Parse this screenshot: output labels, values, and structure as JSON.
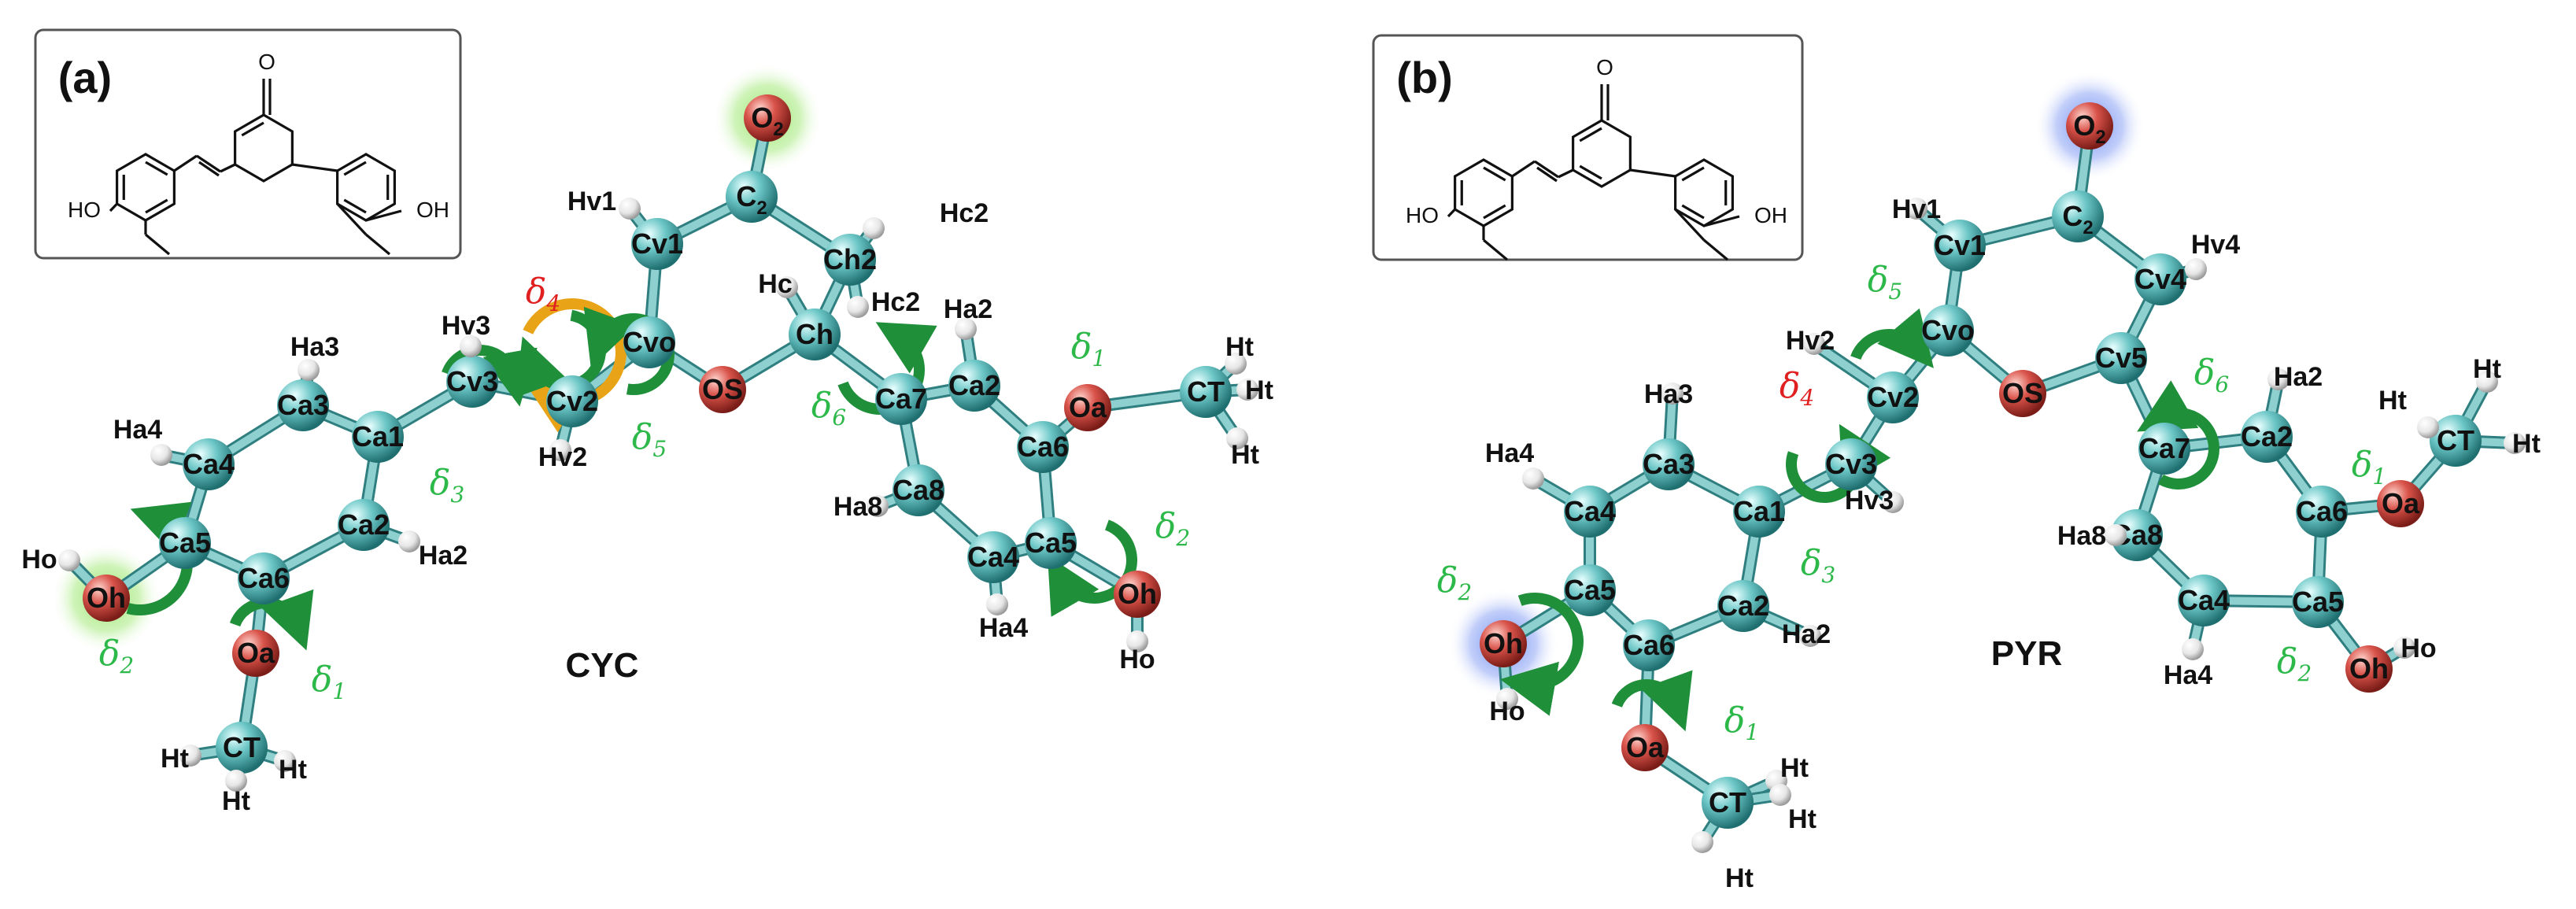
{
  "panels": [
    {
      "id": "a",
      "panel_label": "(a)",
      "conformer_label": "CYC",
      "inset": {
        "ho_left": "HO",
        "oh_right": "OH",
        "carbonyl": "O"
      },
      "atoms": [
        {
          "id": "O2",
          "el": "O",
          "label": "O",
          "sub": "2",
          "halo": "green"
        },
        {
          "id": "C2",
          "el": "C",
          "label": "C",
          "sub": "2"
        },
        {
          "id": "Cv1",
          "el": "C",
          "label": "Cv1"
        },
        {
          "id": "Ch2",
          "el": "C",
          "label": "Ch2"
        },
        {
          "id": "Cvo",
          "el": "C",
          "label": "Cvo"
        },
        {
          "id": "Ch",
          "el": "C",
          "label": "Ch"
        },
        {
          "id": "OS",
          "el": "O",
          "label": "OS"
        },
        {
          "id": "Cv2",
          "el": "C",
          "label": "Cv2"
        },
        {
          "id": "Cv3",
          "el": "C",
          "label": "Cv3"
        },
        {
          "id": "Ca1",
          "el": "C",
          "label": "Ca1"
        },
        {
          "id": "Ca3",
          "el": "C",
          "label": "Ca3"
        },
        {
          "id": "Ca4",
          "el": "C",
          "label": "Ca4"
        },
        {
          "id": "Ca5",
          "el": "C",
          "label": "Ca5"
        },
        {
          "id": "Ca6",
          "el": "C",
          "label": "Ca6"
        },
        {
          "id": "Ca2",
          "el": "C",
          "label": "Ca2"
        },
        {
          "id": "Oh",
          "el": "O",
          "label": "Oh",
          "halo": "green"
        },
        {
          "id": "Oa",
          "el": "O",
          "label": "Oa"
        },
        {
          "id": "CT",
          "el": "C",
          "label": "CT"
        },
        {
          "id": "RCa7",
          "el": "C",
          "label": "Ca7"
        },
        {
          "id": "RCa2",
          "el": "C",
          "label": "Ca2"
        },
        {
          "id": "RCa6",
          "el": "C",
          "label": "Ca6"
        },
        {
          "id": "RCa5",
          "el": "C",
          "label": "Ca5"
        },
        {
          "id": "RCa4",
          "el": "C",
          "label": "Ca4"
        },
        {
          "id": "RCa8",
          "el": "C",
          "label": "Ca8"
        },
        {
          "id": "ROa",
          "el": "O",
          "label": "Oa"
        },
        {
          "id": "RCT",
          "el": "C",
          "label": "CT"
        },
        {
          "id": "ROh",
          "el": "O",
          "label": "Oh"
        },
        {
          "id": "Hv1",
          "el": "H",
          "label": "Hv1"
        },
        {
          "id": "Hc2a",
          "el": "H",
          "label": "Hc2"
        },
        {
          "id": "Hc2b",
          "el": "H",
          "label": "Hc2"
        },
        {
          "id": "Hc",
          "el": "H",
          "label": "Hc"
        },
        {
          "id": "Hv3",
          "el": "H",
          "label": "Hv3"
        },
        {
          "id": "Hv2",
          "el": "H",
          "label": "Hv2"
        },
        {
          "id": "Ha3",
          "el": "H",
          "label": "Ha3"
        },
        {
          "id": "Ha4",
          "el": "H",
          "label": "Ha4"
        },
        {
          "id": "Ha2",
          "el": "H",
          "label": "Ha2"
        },
        {
          "id": "Ho",
          "el": "H",
          "label": "Ho"
        },
        {
          "id": "Ht1",
          "el": "H",
          "label": "Ht"
        },
        {
          "id": "Ht2",
          "el": "H",
          "label": "Ht"
        },
        {
          "id": "Ht3",
          "el": "H",
          "label": "Ht"
        },
        {
          "id": "RHa2",
          "el": "H",
          "label": "Ha2"
        },
        {
          "id": "RHa8",
          "el": "H",
          "label": "Ha8"
        },
        {
          "id": "RHa4",
          "el": "H",
          "label": "Ha4"
        },
        {
          "id": "RHo",
          "el": "H",
          "label": "Ho"
        },
        {
          "id": "RHt1",
          "el": "H",
          "label": "Ht"
        },
        {
          "id": "RHt2",
          "el": "H",
          "label": "Ht"
        },
        {
          "id": "RHt3",
          "el": "H",
          "label": "Ht"
        }
      ],
      "torsions": [
        {
          "label": "δ",
          "sub": "4",
          "color": "#e02020"
        },
        {
          "label": "δ",
          "sub": "5",
          "color": "#2db84a"
        },
        {
          "label": "δ",
          "sub": "3",
          "color": "#2db84a"
        },
        {
          "label": "δ",
          "sub": "2",
          "color": "#2db84a"
        },
        {
          "label": "δ",
          "sub": "1",
          "color": "#2db84a"
        },
        {
          "label": "δ",
          "sub": "6",
          "color": "#2db84a"
        },
        {
          "label": "δ",
          "sub": "1",
          "color": "#2db84a"
        },
        {
          "label": "δ",
          "sub": "2",
          "color": "#2db84a"
        }
      ]
    },
    {
      "id": "b",
      "panel_label": "(b)",
      "conformer_label": "PYR",
      "inset": {
        "ho_left": "HO",
        "oh_right": "OH",
        "carbonyl": "O"
      },
      "atoms": [
        {
          "id": "O2",
          "el": "O",
          "label": "O",
          "sub": "2",
          "halo": "blue"
        },
        {
          "id": "C2",
          "el": "C",
          "label": "C",
          "sub": "2"
        },
        {
          "id": "Cv1",
          "el": "C",
          "label": "Cv1"
        },
        {
          "id": "Cv4",
          "el": "C",
          "label": "Cv4"
        },
        {
          "id": "Cvo",
          "el": "C",
          "label": "Cvo"
        },
        {
          "id": "Cv5",
          "el": "C",
          "label": "Cv5"
        },
        {
          "id": "OS",
          "el": "O",
          "label": "OS"
        },
        {
          "id": "Cv2",
          "el": "C",
          "label": "Cv2"
        },
        {
          "id": "Cv3",
          "el": "C",
          "label": "Cv3"
        },
        {
          "id": "Ca1",
          "el": "C",
          "label": "Ca1"
        },
        {
          "id": "Ca3",
          "el": "C",
          "label": "Ca3"
        },
        {
          "id": "Ca4",
          "el": "C",
          "label": "Ca4"
        },
        {
          "id": "Ca5",
          "el": "C",
          "label": "Ca5"
        },
        {
          "id": "Ca6",
          "el": "C",
          "label": "Ca6"
        },
        {
          "id": "Ca2",
          "el": "C",
          "label": "Ca2"
        },
        {
          "id": "Oh",
          "el": "O",
          "label": "Oh",
          "halo": "blue"
        },
        {
          "id": "Oa",
          "el": "O",
          "label": "Oa"
        },
        {
          "id": "CT",
          "el": "C",
          "label": "CT"
        },
        {
          "id": "RCa7",
          "el": "C",
          "label": "Ca7"
        },
        {
          "id": "RCa2",
          "el": "C",
          "label": "Ca2"
        },
        {
          "id": "RCa6",
          "el": "C",
          "label": "Ca6"
        },
        {
          "id": "RCa5",
          "el": "C",
          "label": "Ca5"
        },
        {
          "id": "RCa4",
          "el": "C",
          "label": "Ca4"
        },
        {
          "id": "RCa8",
          "el": "C",
          "label": "Ca8"
        },
        {
          "id": "ROa",
          "el": "O",
          "label": "Oa"
        },
        {
          "id": "RCT",
          "el": "C",
          "label": "CT"
        },
        {
          "id": "ROh",
          "el": "O",
          "label": "Oh"
        },
        {
          "id": "Hv1",
          "el": "H",
          "label": "Hv1"
        },
        {
          "id": "Hv4",
          "el": "H",
          "label": "Hv4"
        },
        {
          "id": "Hv2",
          "el": "H",
          "label": "Hv2"
        },
        {
          "id": "Hv3",
          "el": "H",
          "label": "Hv3"
        },
        {
          "id": "Ha3",
          "el": "H",
          "label": "Ha3"
        },
        {
          "id": "Ha4",
          "el": "H",
          "label": "Ha4"
        },
        {
          "id": "Ha2",
          "el": "H",
          "label": "Ha2"
        },
        {
          "id": "Ho",
          "el": "H",
          "label": "Ho"
        },
        {
          "id": "Ht1",
          "el": "H",
          "label": "Ht"
        },
        {
          "id": "Ht2",
          "el": "H",
          "label": "Ht"
        },
        {
          "id": "Ht3",
          "el": "H",
          "label": "Ht"
        },
        {
          "id": "RHa2",
          "el": "H",
          "label": "Ha2"
        },
        {
          "id": "RHa8",
          "el": "H",
          "label": "Ha8"
        },
        {
          "id": "RHa4",
          "el": "H",
          "label": "Ha4"
        },
        {
          "id": "RHo",
          "el": "H",
          "label": "Ho"
        },
        {
          "id": "RHt1",
          "el": "H",
          "label": "Ht"
        },
        {
          "id": "RHt2",
          "el": "H",
          "label": "Ht"
        },
        {
          "id": "RHt3",
          "el": "H",
          "label": "Ht"
        }
      ],
      "torsions": [
        {
          "label": "δ",
          "sub": "5",
          "color": "#2db84a"
        },
        {
          "label": "δ",
          "sub": "4",
          "color": "#e02020"
        },
        {
          "label": "δ",
          "sub": "3",
          "color": "#2db84a"
        },
        {
          "label": "δ",
          "sub": "2",
          "color": "#2db84a"
        },
        {
          "label": "δ",
          "sub": "1",
          "color": "#2db84a"
        },
        {
          "label": "δ",
          "sub": "6",
          "color": "#2db84a"
        },
        {
          "label": "δ",
          "sub": "1",
          "color": "#2db84a"
        },
        {
          "label": "δ",
          "sub": "2",
          "color": "#2db84a"
        }
      ]
    }
  ],
  "colors": {
    "carbon": "#5fbfbf",
    "oxygen": "#d9534a",
    "hydrogen": "#e8e8e8",
    "bond": "#8ecfcf",
    "arrow_green": "#1f8f3a",
    "arrow_orange": "#e8a317",
    "halo_green": "#8be05a",
    "halo_blue": "#5b7cf0",
    "delta_green": "#2db84a",
    "delta_red": "#e02020"
  }
}
